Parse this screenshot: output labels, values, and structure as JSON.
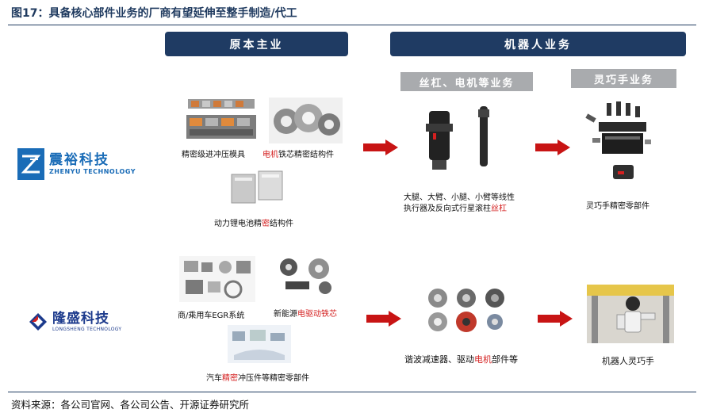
{
  "title": "图17：具备核心部件业务的厂商有望延伸至整手制造/代工",
  "headers": {
    "left": "原本主业",
    "right": "机器人业务"
  },
  "subheaders": {
    "actuator": "丝杠、电机等业务",
    "hand": "灵巧手业务"
  },
  "companies": {
    "zhenyu": {
      "name_cn": "震裕科技",
      "name_en": "ZHENYU TECHNOLOGY"
    },
    "longsheng": {
      "name_cn": "隆盛科技",
      "name_en": "LONGSHENG TECHNOLOGY"
    }
  },
  "captions": {
    "stamping_die": "精密级进冲压模具",
    "motor_core_a": "电机",
    "motor_core_b": "铁芯精密结构件",
    "battery_a": "动力锂电池精",
    "battery_b": "密",
    "battery_c": "结构件",
    "actuator_line1": "大腿、大臂、小腿、小臂等线性",
    "actuator_line2_a": "执行器及反向式行星滚柱",
    "actuator_line2_b": "丝杠",
    "hand_parts": "灵巧手精密零部件",
    "egr": "商/乘用车EGR系统",
    "new_energy_a": "新能源",
    "new_energy_b": "电驱动铁芯",
    "auto_stamp_a": "汽车",
    "auto_stamp_b": "精密",
    "auto_stamp_c": "冲压件等精密零部件",
    "reducer_a": "谐波减速器、驱动",
    "reducer_b": "电机",
    "reducer_c": "部件等",
    "robot_hand": "机器人灵巧手"
  },
  "source": "资料来源：各公司官网、各公司公告、开源证券研究所",
  "colors": {
    "navy": "#1f3b63",
    "red_text": "#d42020",
    "arrow_red": "#c81414",
    "subhead_gray": "#a9abae",
    "zhenyu_blue": "#1a6cb7"
  }
}
